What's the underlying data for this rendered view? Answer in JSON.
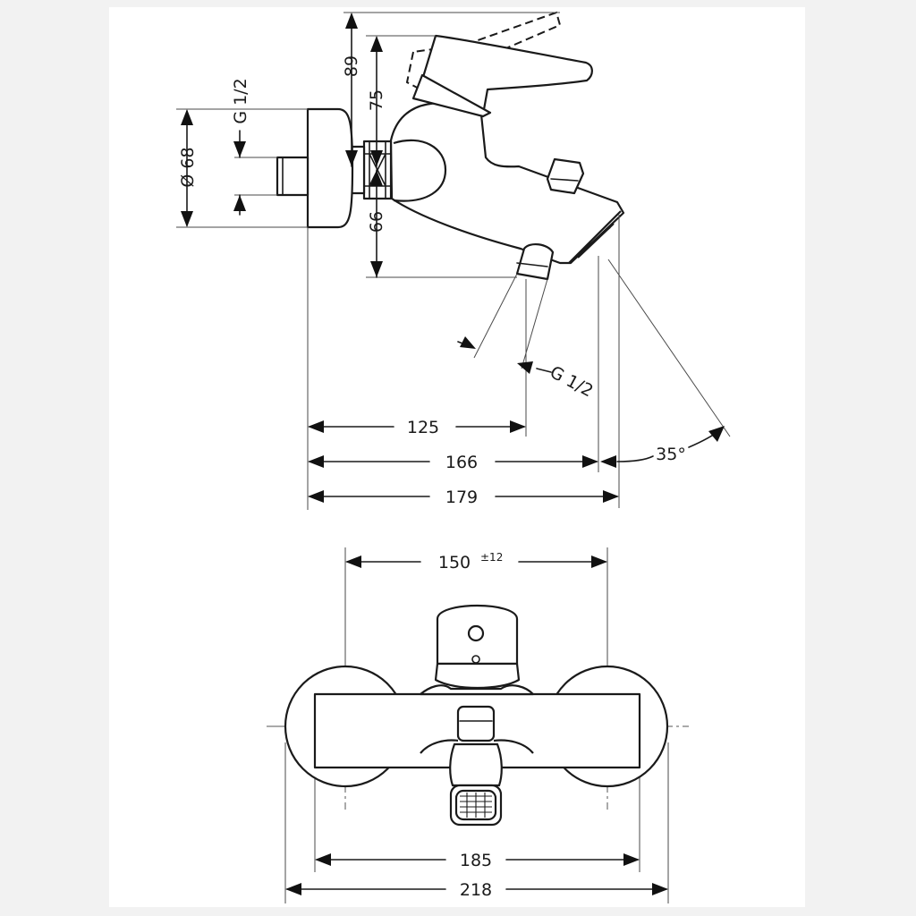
{
  "side_view": {
    "dims": {
      "height_total": "89",
      "height_lever": "75",
      "height_spout": "66",
      "rosette_diameter": "Ø 68",
      "inlet_thread": "G 1/2",
      "outlet_thread": "G 1/2",
      "projection_outlet": "125",
      "projection_spout_front": "166",
      "projection_total": "179",
      "spout_angle": "35°"
    }
  },
  "front_view": {
    "dims": {
      "center_distance": "150",
      "center_tolerance": "±12",
      "body_width": "185",
      "overall_width": "218"
    }
  }
}
